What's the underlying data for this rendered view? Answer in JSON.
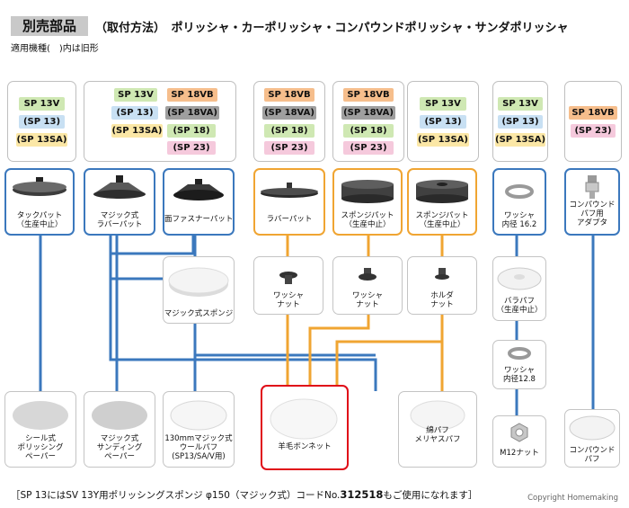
{
  "header": {
    "tag": "別売部品",
    "title": "（取付方法）　ポリッシャ・カーポリッシャ・コンパウンドポリッシャ・サンダポリッシャ",
    "subtitle": "適用機種(　)内は旧形"
  },
  "models": {
    "sp13v": "SP 13V",
    "sp13": "(SP 13)",
    "sp13sa": "(SP 13SA)",
    "sp18vb": "SP 18VB",
    "sp18va": "(SP 18VA)",
    "sp18": "(SP 18)",
    "sp23": "(SP 23)"
  },
  "parts": {
    "tack_pad": "タックパット\n（生産中止）",
    "magic_rubber_pad": "マジック式\nラバーパット",
    "fastener_pad": "面ファスナーパット",
    "rubber_pad": "ラバーパット",
    "sponge_pad_1": "スポンジパット\n（生産中止）",
    "sponge_pad_2": "スポンジパット\n（生産中止）",
    "washer_162": "ワッシャ\n内径 16.2",
    "compound_adapter": "コンパウンド\nパフ用\nアダプタ",
    "magic_sponge": "マジック式スポンジ",
    "washer_nut_1": "ワッシャ\nナット",
    "washer_nut_2": "ワッシャ\nナット",
    "holder_nut": "ホルダ\nナット",
    "bara_buff": "バラパフ\n（生産中止）",
    "washer_128": "ワッシャ\n内径12.8",
    "seal_paper": "シール式\nポリッシング\nペーパー",
    "magic_sanding_paper": "マジック式\nサンディング\nペーパー",
    "wool_buff": "130mmマジック式\nウールパフ\n(SP13/SA/V用)",
    "wool_bonnet": "羊毛ボンネット",
    "cotton_buff": "綿パフ\nメリヤスパフ",
    "m12_nut": "M12ナット",
    "compound_buff": "コンパウンド\nパフ"
  },
  "footnote": {
    "pre": "［SP 13にはSV 13Y用ポリッシングスポンジ φ150（マジック式）コードNo.",
    "code": "312518",
    "post": "もご使用になれます］"
  },
  "copyright": "Copyright Homemaking",
  "colors": {
    "blue_line": "#3b78bd",
    "orange_line": "#f0a532",
    "highlight": "#e00c18"
  }
}
